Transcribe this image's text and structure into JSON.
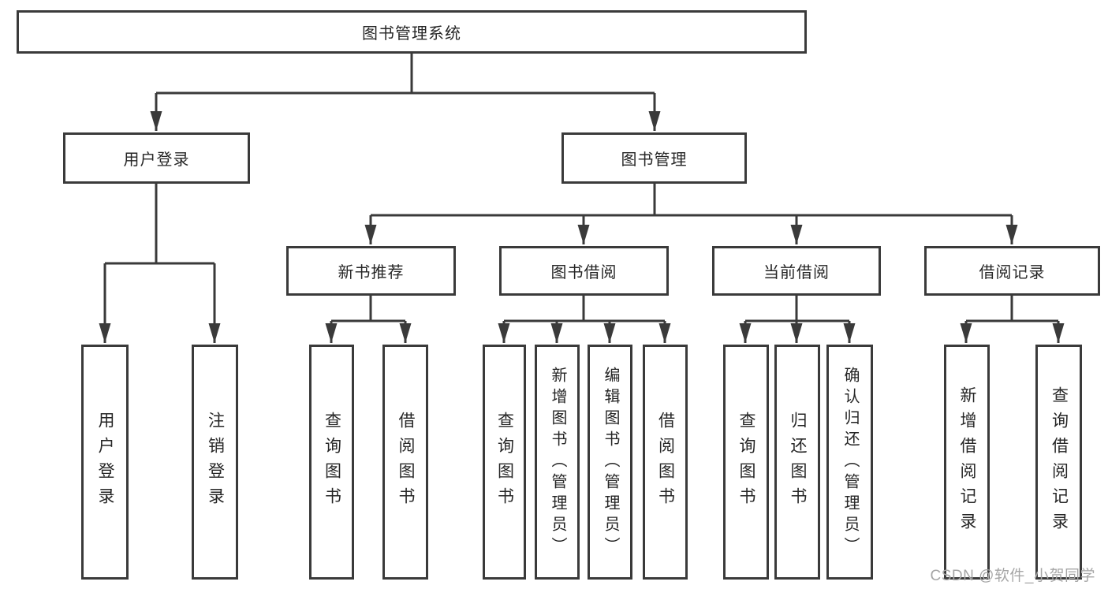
{
  "diagram": {
    "nodes": {
      "root": "图书管理系统",
      "user_login": "用户登录",
      "book_mgmt": "图书管理",
      "new_books": "新书推荐",
      "book_borrow": "图书借阅",
      "current_borrow": "当前借阅",
      "borrow_records": "借阅记录"
    },
    "leaves": {
      "user_login": [
        "用户登录",
        "注销登录"
      ],
      "new_books": [
        "查询图书",
        "借阅图书"
      ],
      "book_borrow": [
        "查询图书",
        "新增图书（管理员）",
        "编辑图书（管理员）",
        "借阅图书"
      ],
      "current_borrow": [
        "查询图书",
        "归还图书",
        "确认归还（管理员）"
      ],
      "borrow_records": [
        "新增借阅记录",
        "查询借阅记录"
      ]
    }
  },
  "watermark": "CSDN @软件_小贺同学",
  "colors": {
    "line": "#3a3a3a",
    "text": "#262626",
    "background": "#ffffff",
    "watermark": "#a6a6a6"
  }
}
